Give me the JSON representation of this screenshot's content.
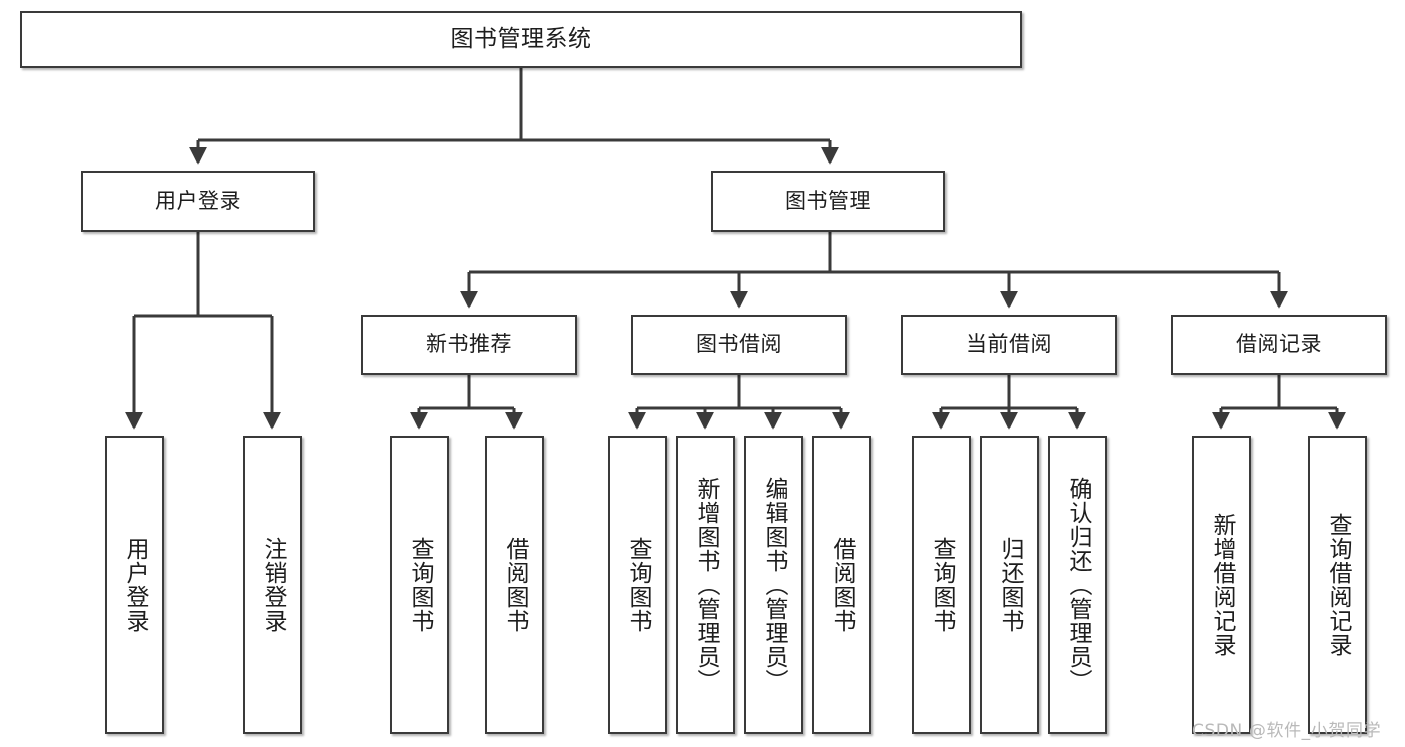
{
  "diagram": {
    "title": "图书管理系统",
    "type": "hierarchy-tree",
    "watermark": "CSDN @软件_小贺同学",
    "colors": {
      "box_border": "#3a3a3a",
      "box_fill": "#ffffff",
      "connector": "#3a3a3a",
      "text": "#1d1d1d",
      "watermark": "#b9b9b9"
    },
    "root": {
      "label": "图书管理系统"
    },
    "level2": [
      {
        "label": "用户登录"
      },
      {
        "label": "图书管理"
      }
    ],
    "level3": [
      {
        "label": "新书推荐"
      },
      {
        "label": "图书借阅"
      },
      {
        "label": "当前借阅"
      },
      {
        "label": "借阅记录"
      }
    ],
    "leaves": {
      "user_login": [
        {
          "label": "用户登录"
        },
        {
          "label": "注销登录"
        }
      ],
      "new_book_recommend": [
        {
          "label": "查询图书"
        },
        {
          "label": "借阅图书"
        }
      ],
      "book_borrow": [
        {
          "label": "查询图书"
        },
        {
          "label": "新增图书（管理员）"
        },
        {
          "label": "编辑图书（管理员）"
        },
        {
          "label": "借阅图书"
        }
      ],
      "current_borrow": [
        {
          "label": "查询图书"
        },
        {
          "label": "归还图书"
        },
        {
          "label": "确认归还（管理员）"
        }
      ],
      "borrow_record": [
        {
          "label": "新增借阅记录"
        },
        {
          "label": "查询借阅记录"
        }
      ]
    }
  }
}
